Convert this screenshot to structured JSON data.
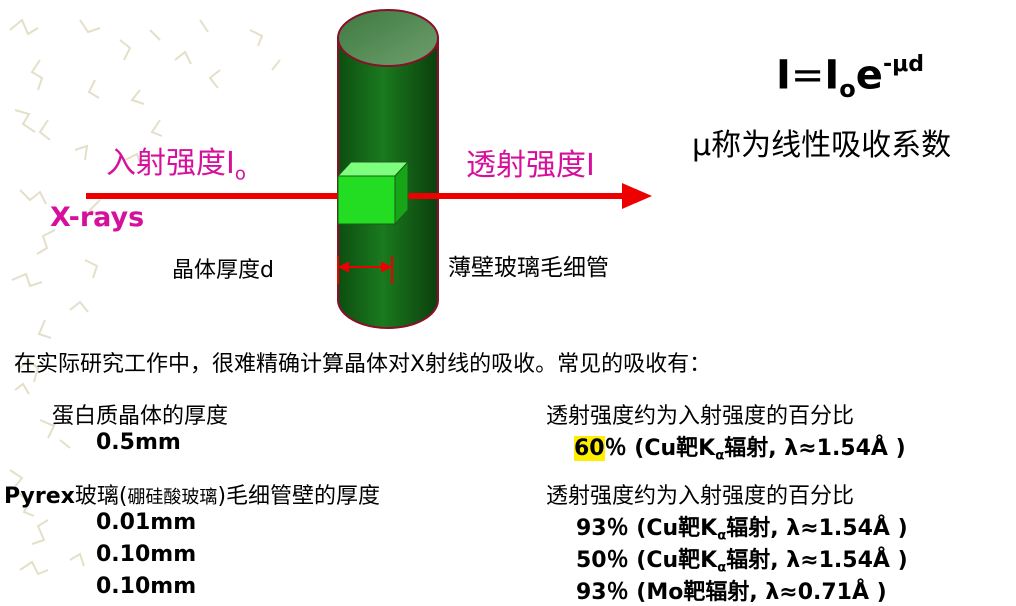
{
  "diagram": {
    "incident_label": "入射强度I",
    "incident_sub": "o",
    "transmitted_label": "透射强度I",
    "xray_label": "X-rays",
    "crystal_thickness_label": "晶体厚度d",
    "capillary_label": "薄壁玻璃毛细管",
    "colors": {
      "beam": "#ee0000",
      "cylinder": "#0f5f12",
      "crystal": "#22dd22",
      "magenta": "#d6109c"
    }
  },
  "formula": {
    "lhs": "I",
    "eq": "=",
    "i0": "I",
    "i0_sub": "o",
    "e": "e",
    "exponent": "-μd",
    "description": "μ称为线性吸收系数"
  },
  "text": {
    "intro": "在实际研究工作中，很难精确计算晶体对X射线的吸收。常见的吸收有：",
    "protein_header": "蛋白质晶体的厚度",
    "protein_value": "0.5mm",
    "trans_header_1": "透射强度约为入射强度的百分比",
    "row0_percent": "60",
    "row0_rest": "％ (Cu靶K",
    "row0_tail": "辐射, λ≈1.54Å )",
    "pyrex_prefix": "Pyrex",
    "pyrex_mid": "玻璃(",
    "pyrex_small": "硼硅酸玻璃",
    "pyrex_suffix": ")毛细管壁的厚度",
    "trans_header_2": "透射强度约为入射强度的百分比",
    "rows": [
      {
        "thickness": "0.01mm",
        "percent": "93％ (Cu靶K",
        "tail": "辐射, λ≈1.54Å )"
      },
      {
        "thickness": "0.10mm",
        "percent": "50％ (Cu靶K",
        "tail": "辐射, λ≈1.54Å )"
      },
      {
        "thickness": "0.10mm",
        "percent": "93％ (Mo靶辐射, λ≈0.71Å )",
        "tail": ""
      }
    ],
    "alpha": "α"
  }
}
